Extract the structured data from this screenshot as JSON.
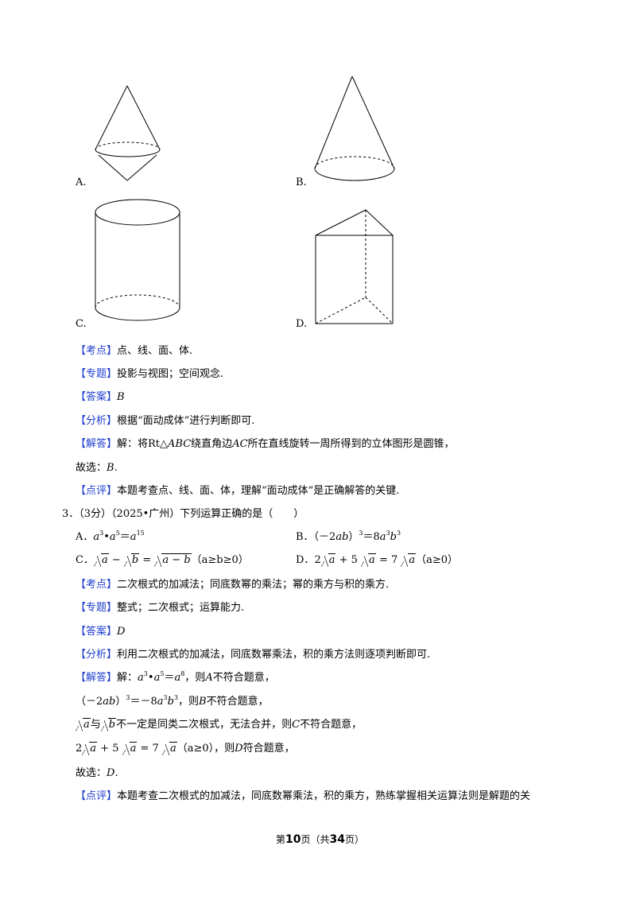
{
  "q2": {
    "options": {
      "a": "A.",
      "b": "B.",
      "c": "C.",
      "d": "D."
    },
    "kaodian_tag": "【考点】",
    "kaodian": "点、线、面、体.",
    "zhuanti_tag": "【专题】",
    "zhuanti": "投影与视图；空间观念.",
    "daan_tag": "【答案】",
    "daan": "B",
    "fenxi_tag": "【分析】",
    "fenxi": "根据“面动成体”进行判断即可.",
    "jieda_tag": "【解答】",
    "jieda_pre": "解：将Rt△",
    "jieda_abc": "ABC",
    "jieda_mid": "绕直角边",
    "jieda_ac": "AC",
    "jieda_post": "所在直线旋转一周所得到的立体图形是圆锥，",
    "guxuan_pre": "故选：",
    "guxuan_ans": "B",
    "guxuan_post": ".",
    "dianping_tag": "【点评】",
    "dianping": "本题考查点、线、面、体，理解“面动成体”是正确解答的关键."
  },
  "q3": {
    "stem": "3．（3分）（2025•广州）下列运算正确的是（　　）",
    "optA_label": "A．",
    "optB_label": "B．（－2",
    "optB_ab": "ab",
    "optB_rest": "）",
    "optC_label": "C．",
    "optC_cond": "（a≥b≥0）",
    "optD_label": "D．",
    "optD_cond": "（a≥0）",
    "kaodian_tag": "【考点】",
    "kaodian": "二次根式的加减法；同底数幂的乘法；幂的乘方与积的乘方.",
    "zhuanti_tag": "【专题】",
    "zhuanti": "整式；二次根式；运算能力.",
    "daan_tag": "【答案】",
    "daan": "D",
    "fenxi_tag": "【分析】",
    "fenxi": "利用二次根式的加减法，同底数幂乘法，积的乘方法则逐项判断即可.",
    "jieda_tag": "【解答】",
    "jieda1_pre": "解：",
    "jieda1_post": "，则",
    "jieda1_A": "A",
    "jieda1_end": "不符合题意，",
    "jieda2_pre": "（－2",
    "jieda2_ab": "ab",
    "jieda2_mid": "）",
    "jieda2_eq": "＝－8",
    "jieda2_post": "，则",
    "jieda2_B": "B",
    "jieda2_end": "不符合题意，",
    "jieda3_mid": "与",
    "jieda3_post": "不一定是同类二次根式，无法合并，则",
    "jieda3_C": "C",
    "jieda3_end": "不符合题意，",
    "jieda4_cond": "（a≥0），则",
    "jieda4_D": "D",
    "jieda4_end": "符合题意，",
    "guxuan_pre": "故选：",
    "guxuan_ans": "D",
    "guxuan_post": ".",
    "dianping_tag": "【点评】",
    "dianping": "本题考查二次根式的加减法，同底数幂乘法，积的乘方，熟练掌握相关运算法则是解题的关"
  },
  "footer": {
    "pre": "第",
    "page": "10",
    "mid": "页（共",
    "total": "34",
    "post": "页）"
  }
}
